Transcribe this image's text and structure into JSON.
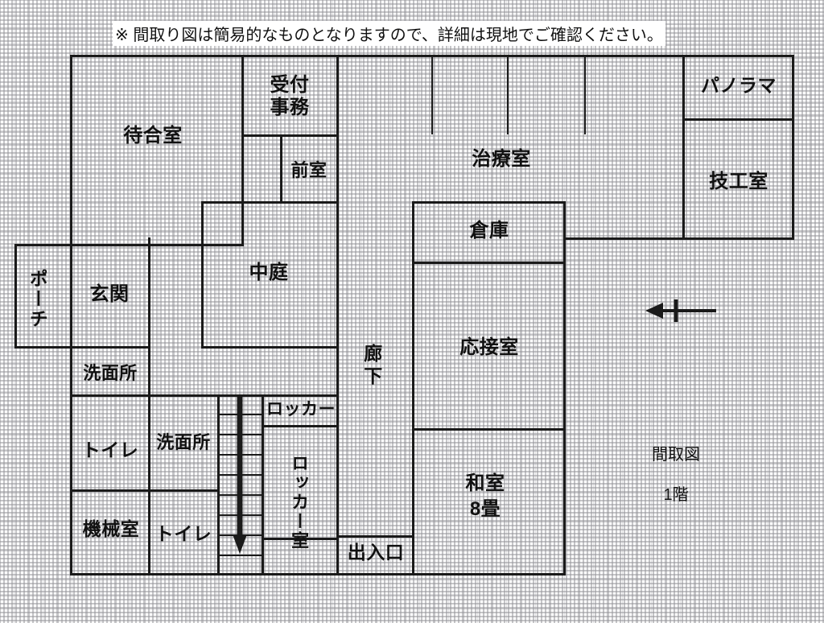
{
  "document": {
    "note": "※ 間取り図は簡易的なものとなりますので、詳細は現地でご確認ください。",
    "caption_title": "間取図",
    "caption_floor": "1階",
    "north_arrow": "north-arrow-left"
  },
  "colors": {
    "wall": "#1a1a1a",
    "grid": "#96969b",
    "background": "#ffffff",
    "text": "#111111"
  },
  "rooms": [
    {
      "id": "waiting",
      "label": "待合室"
    },
    {
      "id": "reception",
      "label": "受付\n事務"
    },
    {
      "id": "anteroom",
      "label": "前室"
    },
    {
      "id": "treatment",
      "label": "治療室"
    },
    {
      "id": "panorama",
      "label": "パノラマ"
    },
    {
      "id": "dental-lab",
      "label": "技工室"
    },
    {
      "id": "porch",
      "label": "ポーチ"
    },
    {
      "id": "entrance",
      "label": "玄関"
    },
    {
      "id": "courtyard",
      "label": "中庭"
    },
    {
      "id": "storage",
      "label": "倉庫"
    },
    {
      "id": "corridor",
      "label": "廊\n下"
    },
    {
      "id": "drawing-room",
      "label": "応接室"
    },
    {
      "id": "washroom-1",
      "label": "洗面所"
    },
    {
      "id": "washroom-2",
      "label": "洗面所"
    },
    {
      "id": "toilet-1",
      "label": "トイレ"
    },
    {
      "id": "toilet-2",
      "label": "トイレ"
    },
    {
      "id": "machine-room",
      "label": "機械室"
    },
    {
      "id": "locker",
      "label": "ロッカー"
    },
    {
      "id": "locker-room",
      "label": "ロッカー室"
    },
    {
      "id": "tatami-room",
      "label": "和室\n8畳"
    },
    {
      "id": "exit",
      "label": "出入口"
    }
  ]
}
